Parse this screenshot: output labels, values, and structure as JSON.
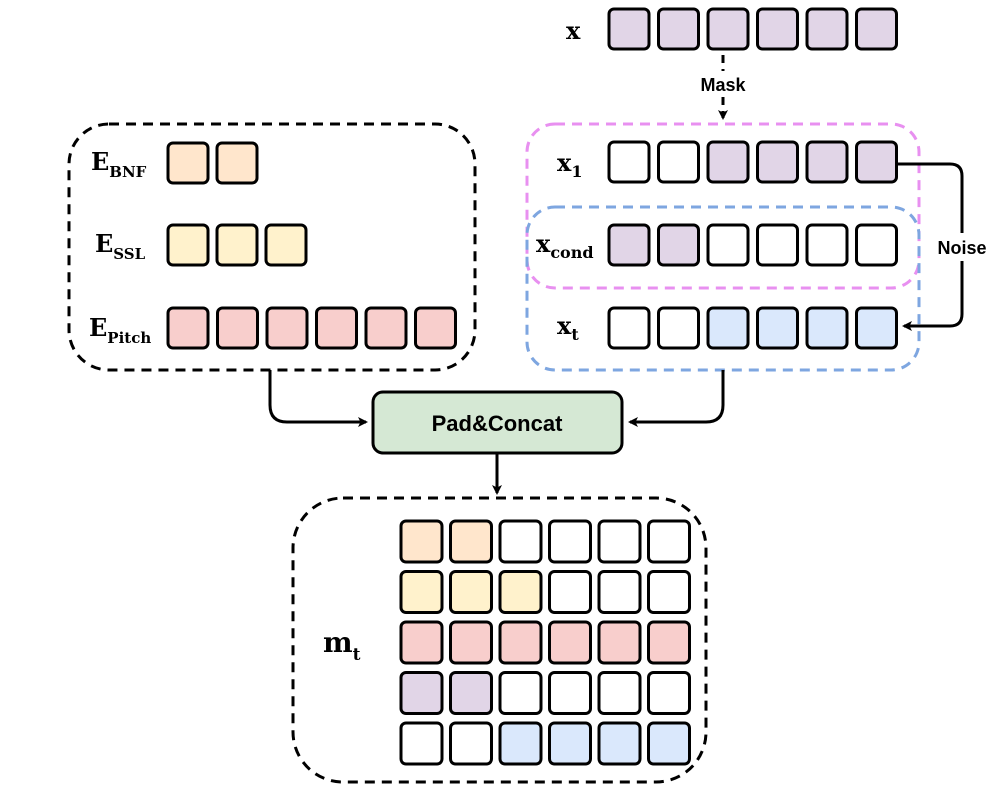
{
  "colors": {
    "purple": "#e1d5e7",
    "orange": "#ffe6cc",
    "yellow": "#fff2cc",
    "red": "#f8cecc",
    "blue": "#dae8fc",
    "white": "#ffffff",
    "green_box": "#d5e8d4",
    "x1_border": "#e890f0",
    "xt_border": "#7ea6e0"
  },
  "labels": {
    "x": "x",
    "x1": {
      "main": "x",
      "sub": "1"
    },
    "xcond": {
      "main": "x",
      "sub": "cond"
    },
    "xt": {
      "main": "x",
      "sub": "t"
    },
    "ebnf": {
      "main": "E",
      "sub": "BNF"
    },
    "essl": {
      "main": "E",
      "sub": "SSL"
    },
    "epitch": {
      "main": "E",
      "sub": "Pitch"
    },
    "mt": {
      "main": "m",
      "sub": "t"
    },
    "mask": "Mask",
    "noise": "Noise",
    "pad_concat": "Pad&Concat"
  },
  "sequences": {
    "x": [
      "purple",
      "purple",
      "purple",
      "purple",
      "purple",
      "purple"
    ],
    "x1": [
      "white",
      "white",
      "purple",
      "purple",
      "purple",
      "purple"
    ],
    "xcond": [
      "purple",
      "purple",
      "white",
      "white",
      "white",
      "white"
    ],
    "xt": [
      "white",
      "white",
      "blue",
      "blue",
      "blue",
      "blue"
    ],
    "ebnf": [
      "orange",
      "orange"
    ],
    "essl": [
      "yellow",
      "yellow",
      "yellow"
    ],
    "epitch": [
      "red",
      "red",
      "red",
      "red",
      "red",
      "red"
    ]
  },
  "matrix_mt": [
    [
      "orange",
      "orange",
      "white",
      "white",
      "white",
      "white"
    ],
    [
      "yellow",
      "yellow",
      "yellow",
      "white",
      "white",
      "white"
    ],
    [
      "red",
      "red",
      "red",
      "red",
      "red",
      "red"
    ],
    [
      "purple",
      "purple",
      "white",
      "white",
      "white",
      "white"
    ],
    [
      "white",
      "white",
      "blue",
      "blue",
      "blue",
      "blue"
    ]
  ]
}
